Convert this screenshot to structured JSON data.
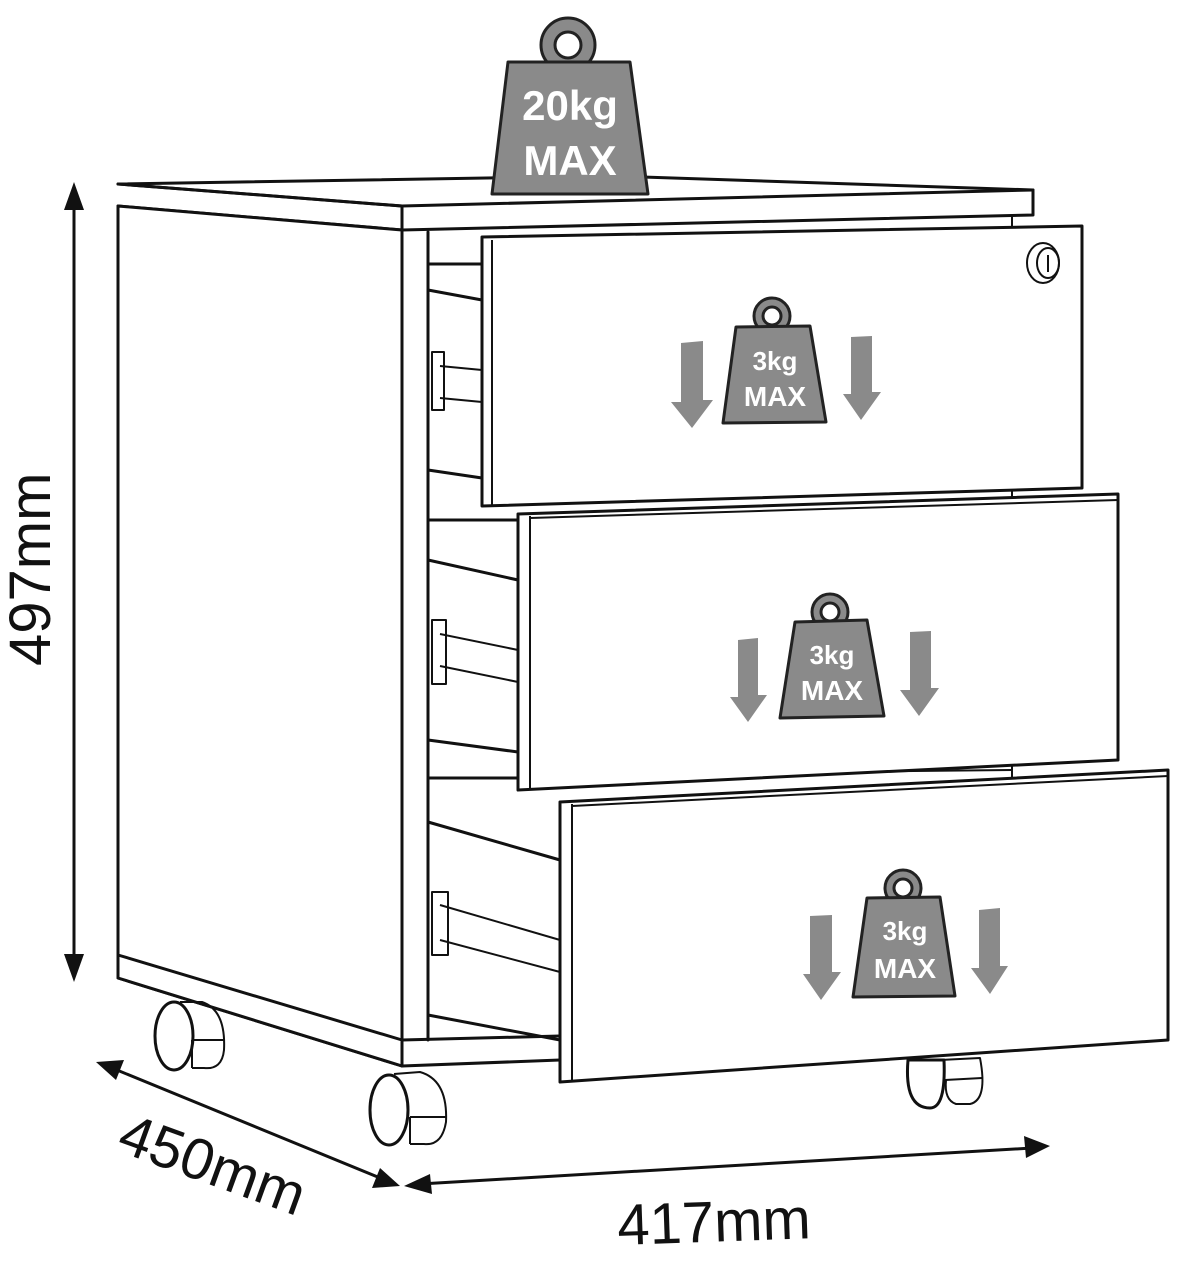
{
  "diagram": {
    "subject": "Mobile pedestal with 3 drawers",
    "top_load": {
      "value": "20kg",
      "label": "MAX"
    },
    "drawers": [
      {
        "name": "top",
        "load_value": "3kg",
        "load_label": "MAX",
        "has_lock": true
      },
      {
        "name": "middle",
        "load_value": "3kg",
        "load_label": "MAX",
        "has_lock": false
      },
      {
        "name": "bottom",
        "load_value": "3kg",
        "load_label": "MAX",
        "has_lock": false
      }
    ],
    "dimensions": {
      "height": "497mm",
      "depth": "450mm",
      "width": "417mm"
    },
    "casters": 4,
    "colors": {
      "line": "#111111",
      "weight_fill": "#8a8a8a",
      "background": "#ffffff"
    }
  }
}
